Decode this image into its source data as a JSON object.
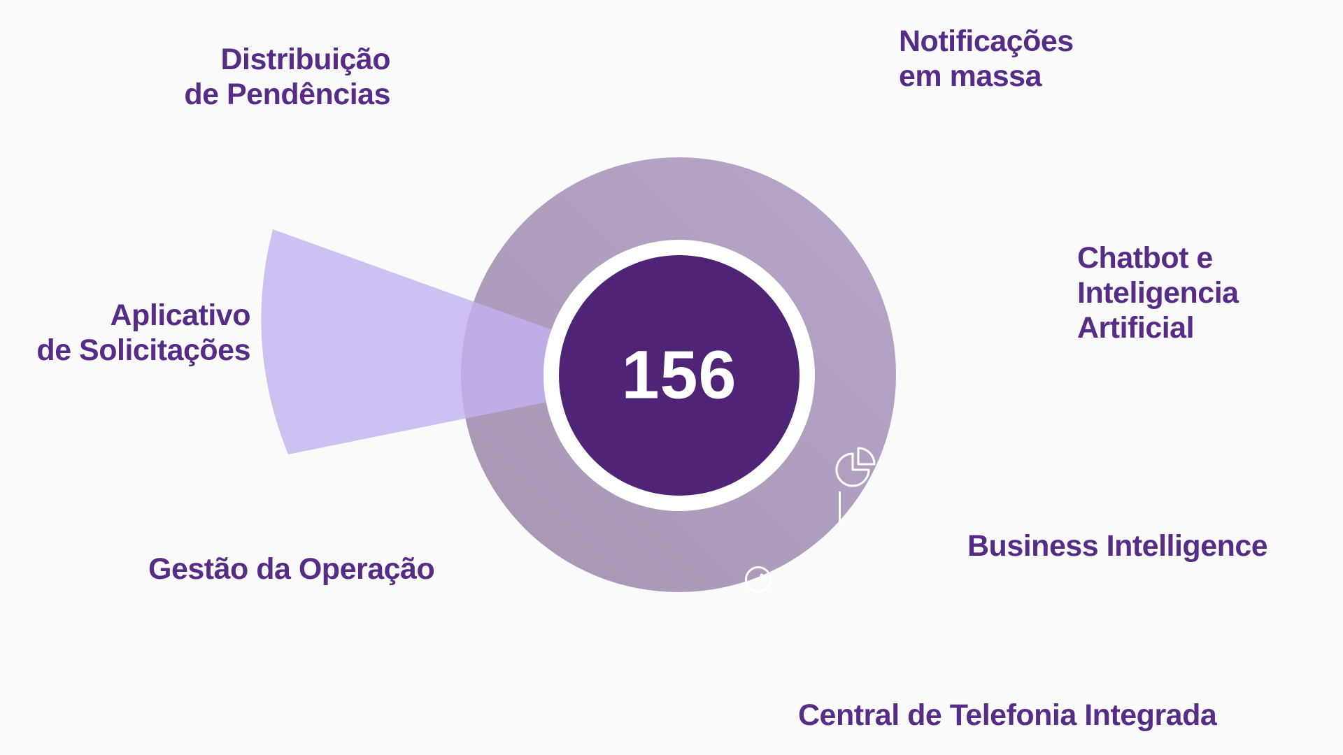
{
  "background_color": "#fbfafb",
  "colors": {
    "outer_circle_top": "#b7a6c9",
    "outer_circle_bottom": "#a795b3",
    "beam": "#c3b3f0",
    "ring": "#ffffff",
    "inner_circle": "#4f2477",
    "label_text": "#562c87",
    "center_text": "#ffffff",
    "icon_stroke": "#ffffff"
  },
  "center": {
    "value": "156"
  },
  "labels": {
    "distribuicao": {
      "lines": [
        "Distribuição",
        "de Pendências"
      ]
    },
    "notificacoes": {
      "lines": [
        "Notificações",
        "em massa"
      ]
    },
    "chatbot": {
      "lines": [
        "Chatbot e",
        "Inteligencia",
        "Artificial"
      ]
    },
    "aplicativo": {
      "lines": [
        "Aplicativo",
        "de Solicitações"
      ]
    },
    "gestao": {
      "lines": [
        "Gestão da Operação"
      ]
    },
    "business_intelligence": {
      "lines": [
        "Business Intelligence"
      ]
    },
    "central_telefonia": {
      "lines": [
        "Central de Telefonia Integrada"
      ]
    }
  },
  "icons": [
    "pie-chart-icon",
    "vertical-line-icon",
    "clock-icon"
  ]
}
